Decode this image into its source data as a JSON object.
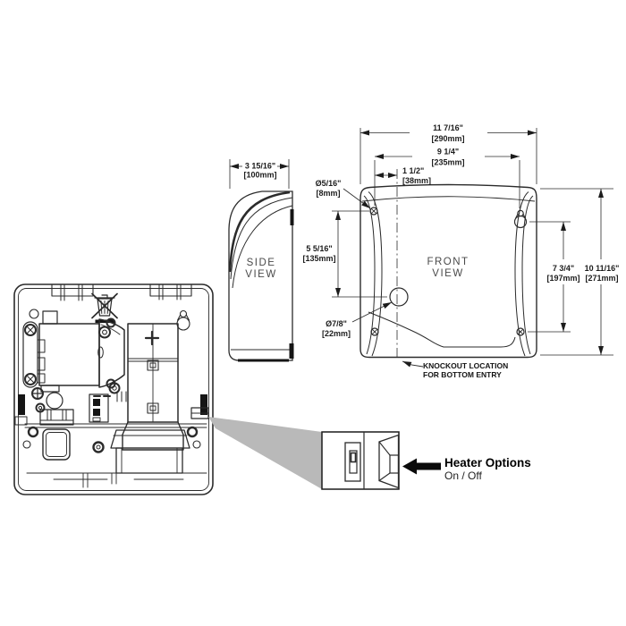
{
  "views": {
    "side": {
      "label_lines": [
        "SIDE",
        "VIEW"
      ]
    },
    "front": {
      "label_lines": [
        "FRONT",
        "VIEW"
      ]
    }
  },
  "dims": {
    "side_depth": {
      "in": "3 15/16\"",
      "mm": "[100mm]"
    },
    "overall_width": {
      "in": "11 7/16\"",
      "mm": "[290mm]"
    },
    "hole_spacing_h": {
      "in": "9 1/4\"",
      "mm": "[235mm]"
    },
    "hole_to_centerline": {
      "in": "1 1/2\"",
      "mm": "[38mm]"
    },
    "hole_dia": {
      "in": "Ø5/16\"",
      "mm": "[8mm]"
    },
    "hole_to_knockout": {
      "in": "5 5/16\"",
      "mm": "[135mm]"
    },
    "knockout_dia": {
      "in": "Ø7/8\"",
      "mm": "[22mm]"
    },
    "hole_spacing_v": {
      "in": "7 3/4\"",
      "mm": "[197mm]"
    },
    "overall_height": {
      "in": "10 11/16\"",
      "mm": "[271mm]"
    }
  },
  "notes": {
    "knockout_lines": [
      "KNOCKOUT LOCATION",
      "FOR BOTTOM ENTRY"
    ]
  },
  "heater_callout": {
    "title": "Heater Options",
    "subtitle": "On / Off"
  },
  "colors": {
    "line": "#2b2b2b",
    "wedge": "#b9b9b9",
    "switch_fill": "#151515",
    "text": "#1a1a1a"
  }
}
